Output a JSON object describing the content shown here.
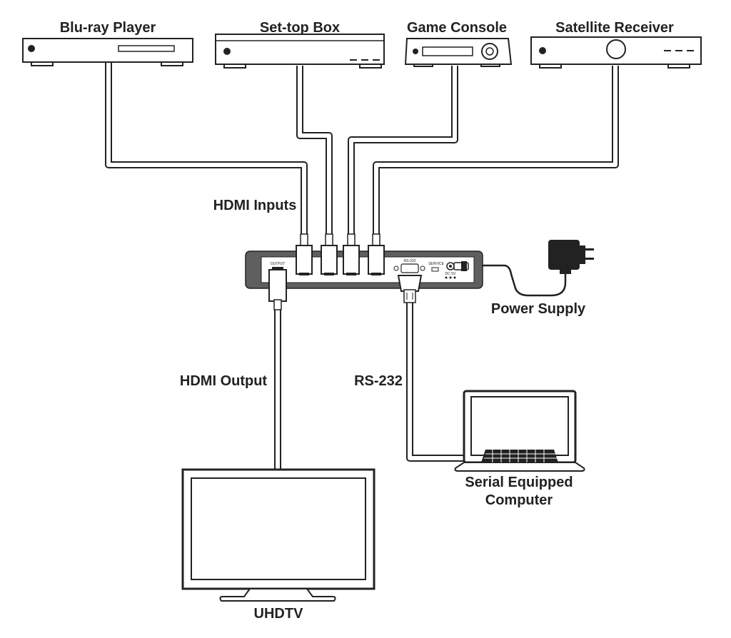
{
  "labels": {
    "bluray": "Blu-ray Player",
    "settop": "Set-top Box",
    "console": "Game Console",
    "satellite": "Satellite Receiver",
    "hdmi_inputs": "HDMI Inputs",
    "power_supply": "Power Supply",
    "hdmi_output": "HDMI Output",
    "rs232": "RS-232",
    "computer_line1": "Serial Equipped",
    "computer_line2": "Computer",
    "tv": "UHDTV"
  },
  "panel_labels": {
    "output": "OUTPUT",
    "rs232": "RS-232",
    "service": "SERVICE",
    "dc": "DC 5V"
  },
  "colors": {
    "line": "#222222",
    "device_body": "#5f5f5f",
    "device_face": "#ffffff"
  }
}
